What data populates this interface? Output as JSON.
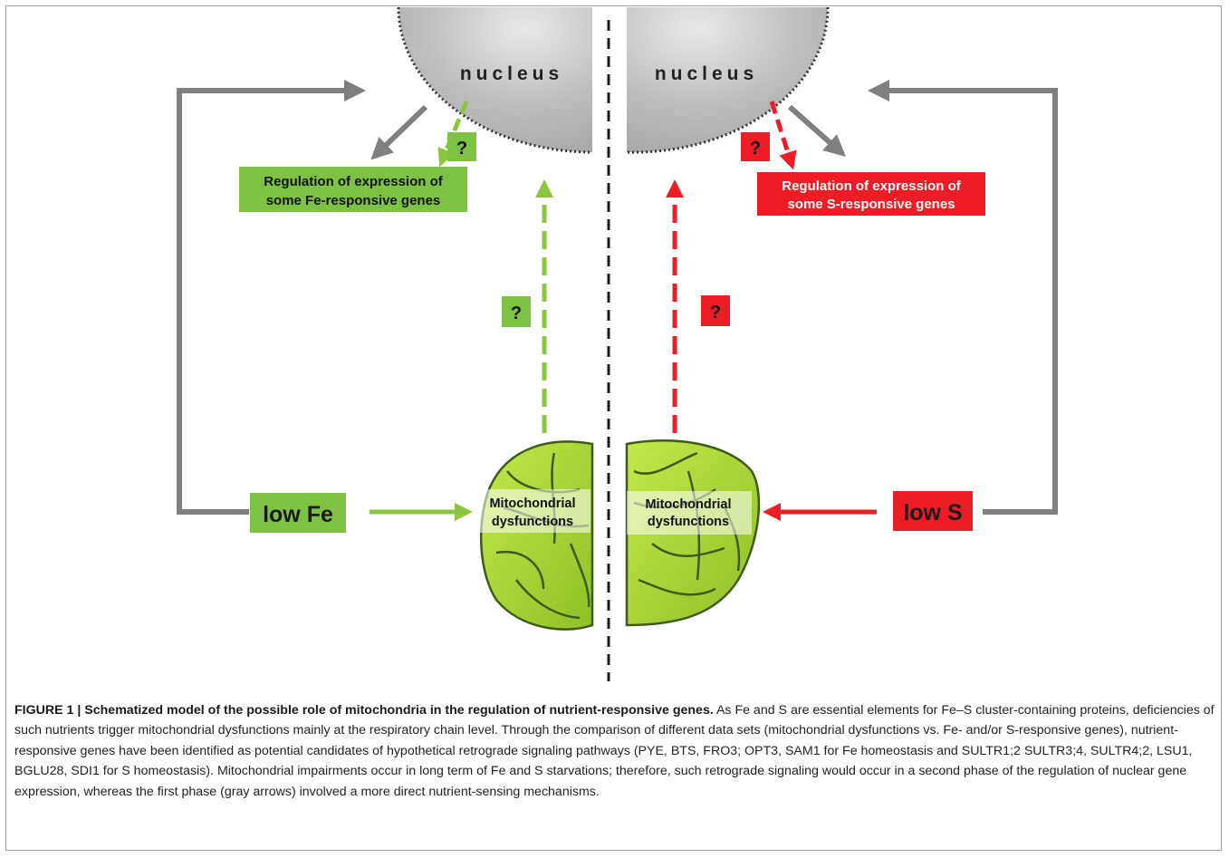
{
  "figure": {
    "nucleus_left": "nucleus",
    "nucleus_right": "nucleus",
    "question_mark": "?",
    "fe_regulation_line1": "Regulation of expression of",
    "fe_regulation_line2": "some Fe-responsive genes",
    "s_regulation_line1": "Regulation of expression of",
    "s_regulation_line2": "some S-responsive genes",
    "mito_line1": "Mitochondrial",
    "mito_line2": "dysfunctions",
    "low_fe": "low Fe",
    "low_s": "low S",
    "colors": {
      "fe_green": "#7dc242",
      "fe_arrow": "#8cc63f",
      "s_red": "#ee1c24",
      "gray_arrow": "#7f7f7f",
      "mito_fill": "#9acd32",
      "mito_stroke": "#3d5a1a"
    }
  },
  "caption": {
    "label": "FIGURE 1 | Schematized model of the possible role of mitochondria in the regulation of nutrient-responsive genes.",
    "text": " As Fe and S are essential elements for Fe–S cluster-containing proteins, deficiencies of such nutrients trigger mitochondrial dysfunctions mainly at the respiratory chain level. Through the comparison of different data sets (mitochondrial dysfunctions vs. Fe- and/or S-responsive genes), nutrient-responsive genes have been identified as potential candidates of hypothetical retrograde signaling pathways (PYE, BTS, FRO3; OPT3, SAM1 for Fe homeostasis and SULTR1;2 SULTR3;4, SULTR4;2, LSU1, BGLU28, SDI1 for S homeostasis). Mitochondrial impairments occur in long term of Fe and S starvations; therefore, such retrograde signaling would occur in a second phase of the regulation of nuclear gene expression, whereas the first phase (gray arrows) involved a more direct nutrient-sensing mechanisms."
  }
}
